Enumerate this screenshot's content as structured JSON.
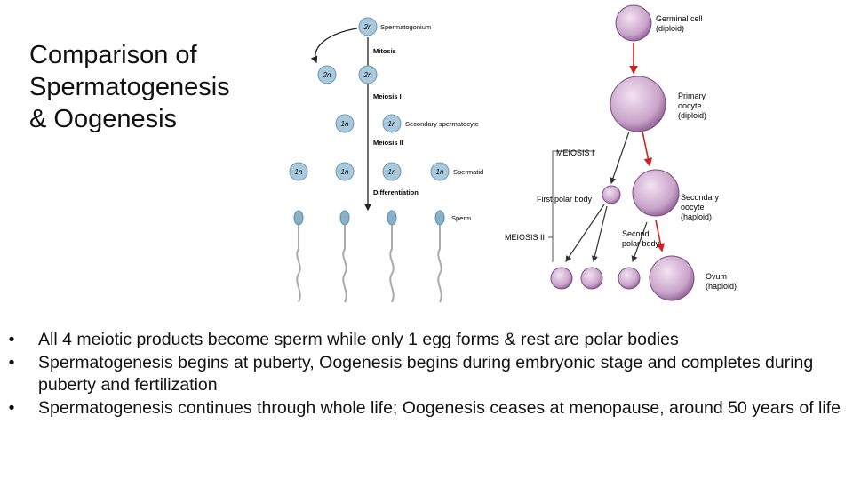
{
  "slide": {
    "title": "Comparison of Spermatogenesis & Oogenesis",
    "bullets": [
      "All 4 meiotic products become sperm while only 1 egg forms & rest are polar bodies",
      "Spermatogenesis begins at puberty, Oogenesis begins during embryonic stage and completes during puberty and fertilization",
      "Spermatogenesis continues through whole life; Oogenesis ceases at menopause, around 50 years of life"
    ],
    "bullet_symbol": "•"
  },
  "spermatogenesis_figure": {
    "labels": {
      "spermatogonium": "Spermatogonium",
      "mitosis": "Mitosis",
      "meiosis1": "Meiosis I",
      "secondary_spermatocyte": "Secondary spermatocyte",
      "meiosis2": "Meiosis II",
      "spermatid": "Spermatid",
      "differentiation": "Differentiation",
      "sperm": "Sperm"
    },
    "ploidy": {
      "diploid": "2n",
      "haploid": "1n"
    },
    "colors": {
      "cell_fill": "#a9c9dc",
      "cell_stroke": "#6d95ae",
      "arrow": "#222222"
    }
  },
  "oogenesis_figure": {
    "labels": {
      "germinal_cell": "Germinal cell",
      "germinal_ploidy": "(diploid)",
      "primary_oocyte_1": "Primary",
      "primary_oocyte_2": "oocyte",
      "primary_ploidy": "(diploid)",
      "meiosis1": "MEIOSIS I",
      "first_polar_body": "First polar body",
      "secondary_oocyte_1": "Secondary",
      "secondary_oocyte_2": "oocyte",
      "secondary_ploidy": "(haploid)",
      "meiosis2": "MEIOSIS II",
      "second_polar_body_1": "Second",
      "second_polar_body_2": "polar body",
      "ovum": "Ovum",
      "ovum_ploidy": "(haploid)"
    },
    "colors": {
      "cell_fill": "#c9a3c9",
      "cell_stroke": "#7a4d80",
      "main_arrow": "#cc2222",
      "side_arrow": "#333333"
    }
  }
}
